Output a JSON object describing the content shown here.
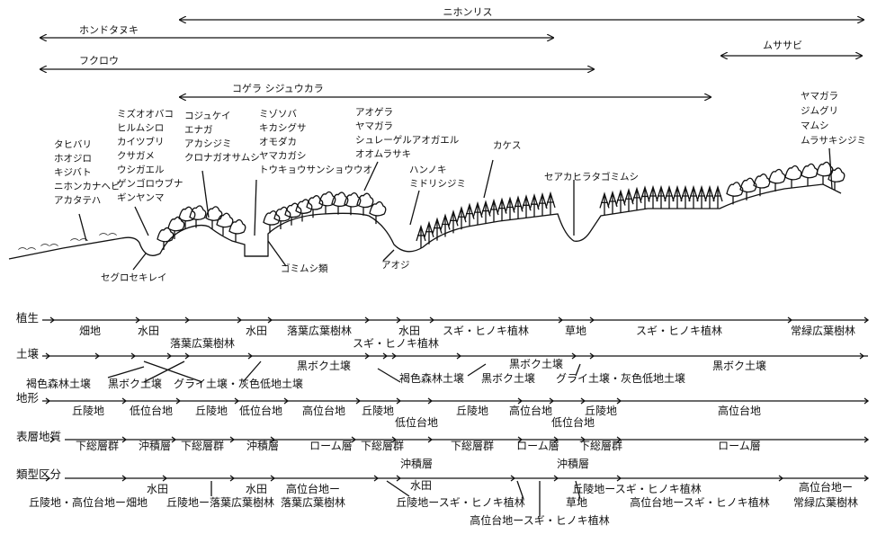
{
  "ranges": [
    {
      "label": "ニホンリス"
    },
    {
      "label": "ホンドタヌキ"
    },
    {
      "label": "フクロウ"
    },
    {
      "label": "ムササビ"
    },
    {
      "label": "コゲラ シジュウカラ"
    }
  ],
  "species_groups": [
    {
      "lines": [
        "タヒバリ",
        "ホオジロ",
        "キジバト",
        "ニホンカナヘビ",
        "アカタテハ"
      ]
    },
    {
      "lines": [
        "ミズオオバコ",
        "ヒルムシロ",
        "カイツブリ",
        "クサガメ",
        "ウシガエル",
        "ゲンゴロウブナ",
        "ギンヤンマ"
      ]
    },
    {
      "lines": [
        "コジュケイ",
        "エナガ",
        "アカシジミ",
        "クロナガオサムシ"
      ]
    },
    {
      "lines": [
        "ミゾソバ",
        "キカシグサ",
        "オモダカ",
        "ヤマカガシ",
        "トウキョウサンショウウオ"
      ]
    },
    {
      "lines": [
        "アオゲラ",
        "ヤマガラ",
        "シュレーゲルアオガエル",
        "オオムラサキ"
      ]
    },
    {
      "lines": [
        "ハンノキ",
        "ミドリシジミ"
      ]
    },
    {
      "lines": [
        "カケス"
      ]
    },
    {
      "lines": [
        "セアカヒラタゴミムシ"
      ]
    },
    {
      "lines": [
        "ヤマガラ",
        "ジムグリ",
        "マムシ",
        "ムラサキシジミ"
      ]
    },
    {
      "lines": [
        "セグロセキレイ"
      ]
    },
    {
      "lines": [
        "ゴミムシ類"
      ]
    },
    {
      "lines": [
        "アオジ"
      ]
    }
  ],
  "rows": [
    {
      "header": "植生",
      "cells": [
        "畑地",
        "水田",
        "落葉広葉樹林",
        "水田",
        "落葉広葉樹林",
        "水田",
        "スギ・ヒノキ植林",
        "スギ・ヒノキ植林",
        "草地",
        "スギ・ヒノキ植林",
        "常緑広葉樹林"
      ]
    },
    {
      "header": "土壌",
      "cells": [
        "褐色森林土壌",
        "黒ボク土壌",
        "グライ土壌・灰色低地土壌",
        "黒ボク土壌",
        "褐色森林土壌",
        "黒ボク土壌",
        "黒ボク土壌",
        "グライ土壌・灰色低地土壌",
        "黒ボク土壌"
      ]
    },
    {
      "header": "地形",
      "cells": [
        "丘陵地",
        "低位台地",
        "丘陵地",
        "低位台地",
        "高位台地",
        "丘陵地",
        "低位台地",
        "丘陵地",
        "高位台地",
        "低位台地",
        "丘陵地",
        "高位台地"
      ]
    },
    {
      "header": "表層地質",
      "cells": [
        "下総層群",
        "沖積層",
        "下総層群",
        "沖積層",
        "ローム層",
        "下総層群",
        "沖積層",
        "下総層群",
        "ローム層",
        "沖積層",
        "下総層群",
        "ローム層"
      ]
    },
    {
      "header": "類型区分",
      "cells": [
        "水田",
        "丘陵地・高位台地ー畑地",
        "丘陵地ー落葉広葉樹林",
        "水田",
        "高位台地ー",
        "落葉広葉樹林",
        "水田",
        "丘陵地ースギ・ヒノキ植林",
        "高位台地ースギ・ヒノキ植林",
        "丘陵地ースギ・ヒノキ植林",
        "草地",
        "高位台地ースギ・ヒノキ植林",
        "高位台地ー",
        "常緑広葉樹林"
      ]
    }
  ]
}
